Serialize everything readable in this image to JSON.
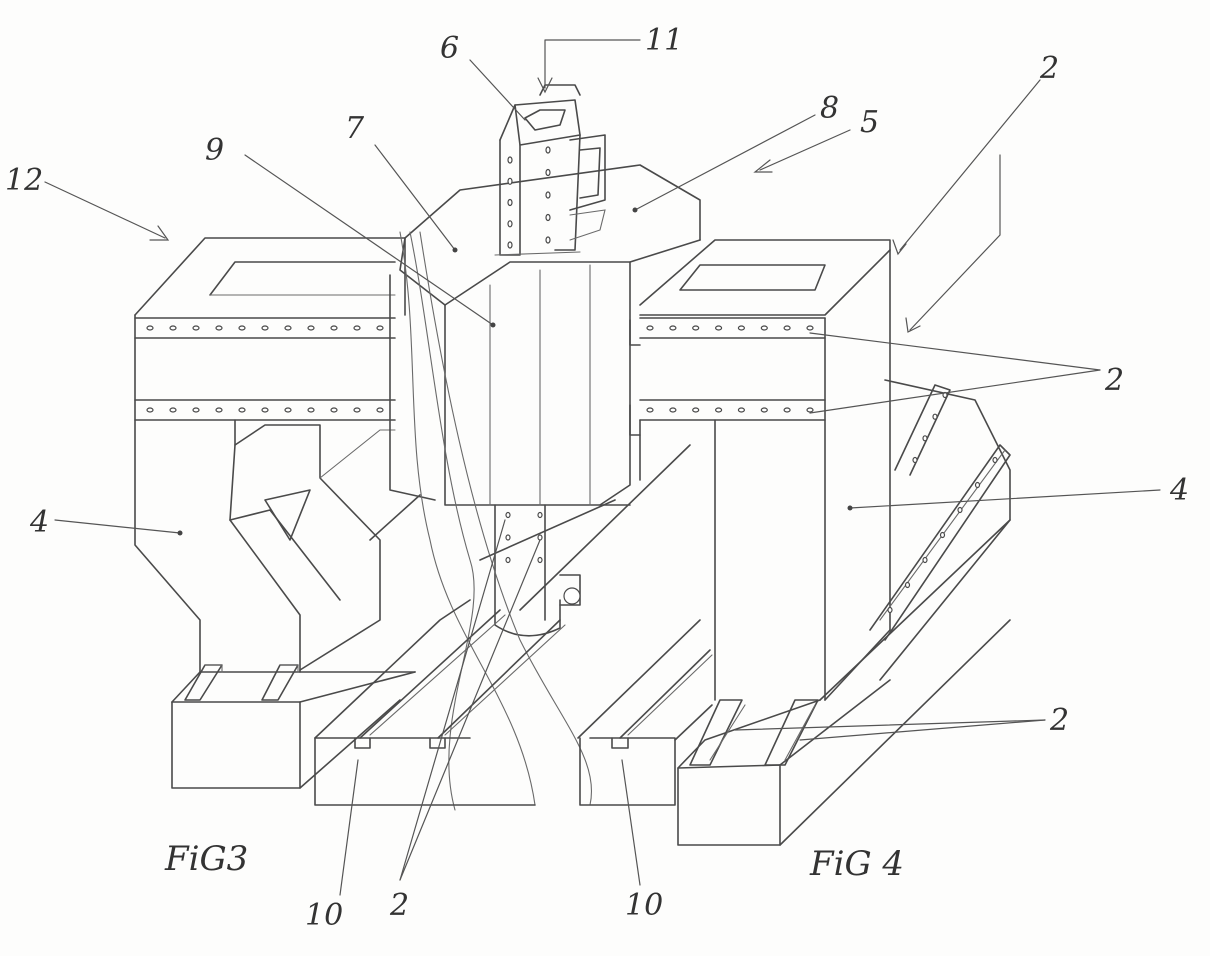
{
  "figure_captions": {
    "left": "FiG3",
    "right": "FiG 4"
  },
  "labels": [
    {
      "id": "label-11",
      "text": "11"
    },
    {
      "id": "label-6",
      "text": "6"
    },
    {
      "id": "label-7",
      "text": "7"
    },
    {
      "id": "label-8",
      "text": "8"
    },
    {
      "id": "label-5",
      "text": "5"
    },
    {
      "id": "label-9",
      "text": "9"
    },
    {
      "id": "label-12",
      "text": "12"
    },
    {
      "id": "label-2-top",
      "text": "2"
    },
    {
      "id": "label-2-rails",
      "text": "2"
    },
    {
      "id": "label-4-left",
      "text": "4"
    },
    {
      "id": "label-4-right",
      "text": "4"
    },
    {
      "id": "label-2-bottom-right",
      "text": "2"
    },
    {
      "id": "label-10-left",
      "text": "10"
    },
    {
      "id": "label-2-bottom",
      "text": "2"
    },
    {
      "id": "label-10-right",
      "text": "10"
    }
  ]
}
